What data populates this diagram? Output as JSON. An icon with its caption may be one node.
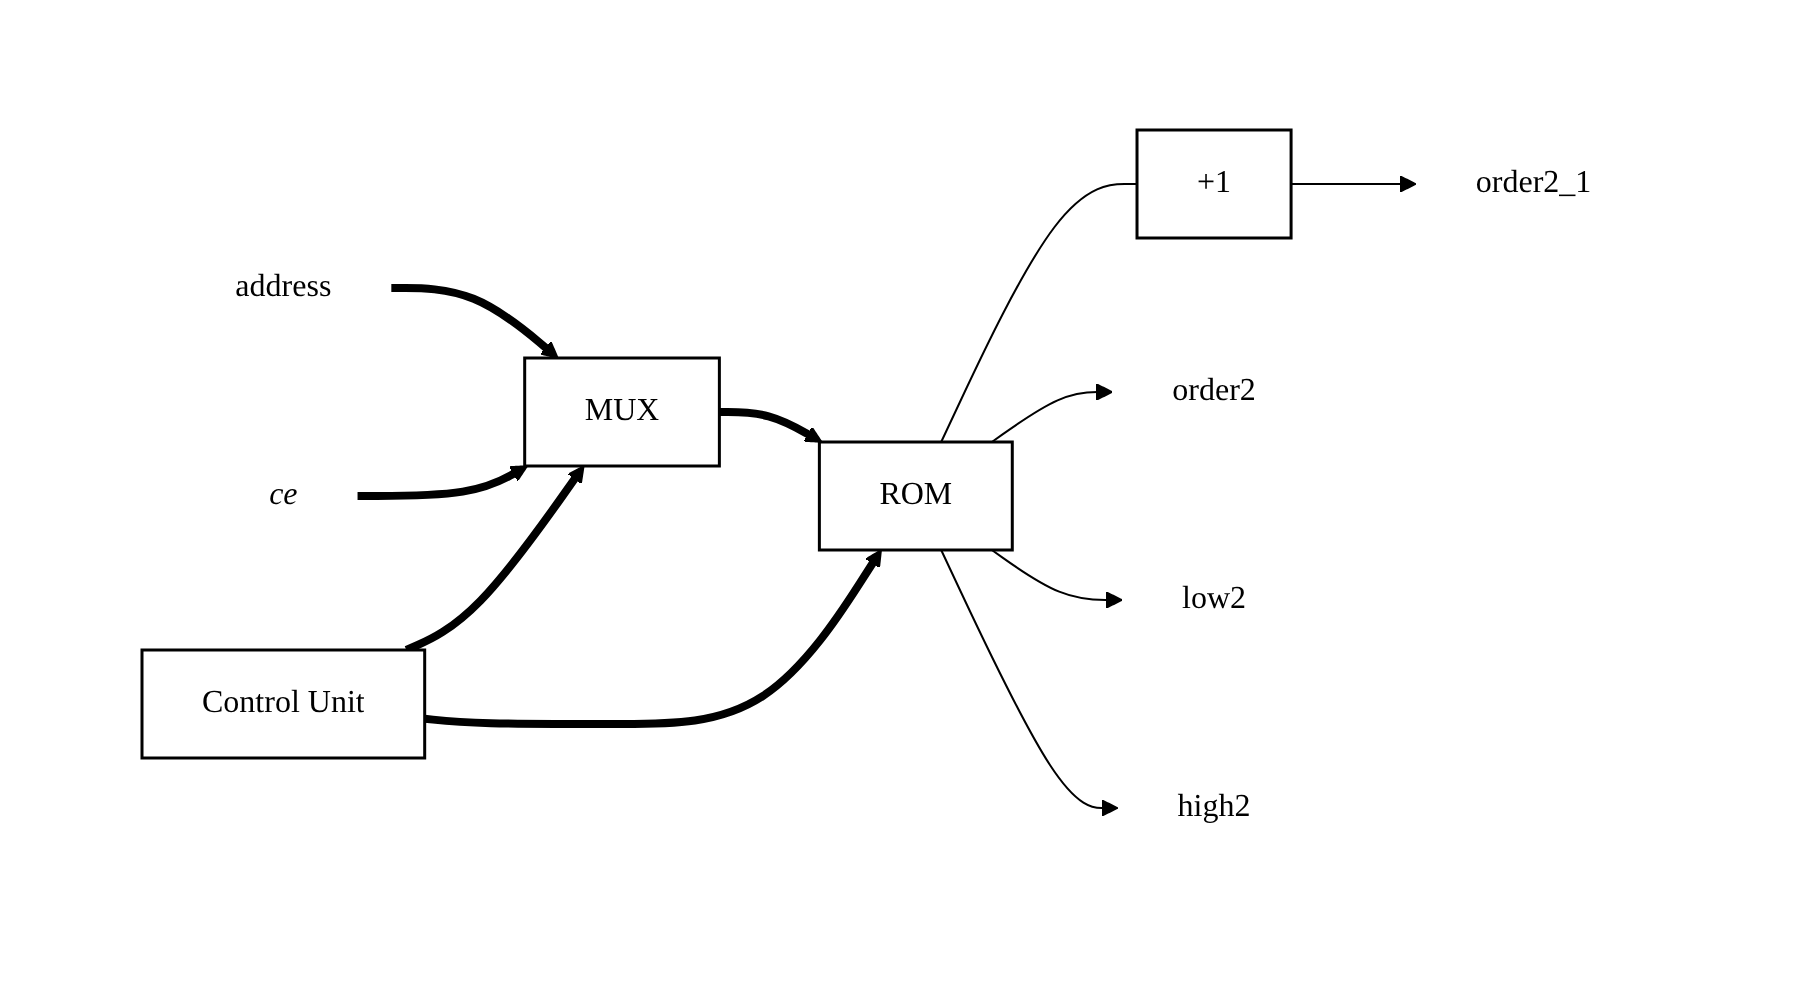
{
  "diagram": {
    "nodes": [
      {
        "text": [
          "address"
        ]
      },
      {
        "text": [
          "ce"
        ]
      },
      {
        "text": [
          "MUX"
        ]
      },
      {
        "text": [
          "ROM"
        ]
      },
      {
        "text": [
          "+1"
        ]
      },
      {
        "text": [
          "order2"
        ]
      },
      {
        "text": [
          "order2_1"
        ]
      },
      {
        "text": [
          "low2"
        ]
      },
      {
        "text": [
          "high2"
        ]
      },
      {
        "text": [
          "Control Unit"
        ]
      }
    ],
    "edges": [
      {
        "from": 0,
        "to": 2,
        "arrow": "to",
        "style": "thick"
      },
      {
        "from": 1,
        "to": 2,
        "arrow": "to",
        "style": "thick"
      },
      {
        "from": 2,
        "to": 3,
        "arrow": "to",
        "style": "thick"
      },
      {
        "from": 9,
        "to": 2,
        "arrow": "to",
        "style": "thick"
      },
      {
        "from": 9,
        "to": 3,
        "arrow": "to",
        "style": "thick"
      },
      {
        "from": 3,
        "to": 5,
        "arrow": "to"
      },
      {
        "from": 3,
        "to": 4,
        "arrow": "none"
      },
      {
        "from": 4,
        "to": 6,
        "arrow": "to"
      },
      {
        "from": 3,
        "to": 7,
        "arrow": "to"
      },
      {
        "from": 3,
        "to": 8,
        "arrow": "to"
      }
    ]
  }
}
